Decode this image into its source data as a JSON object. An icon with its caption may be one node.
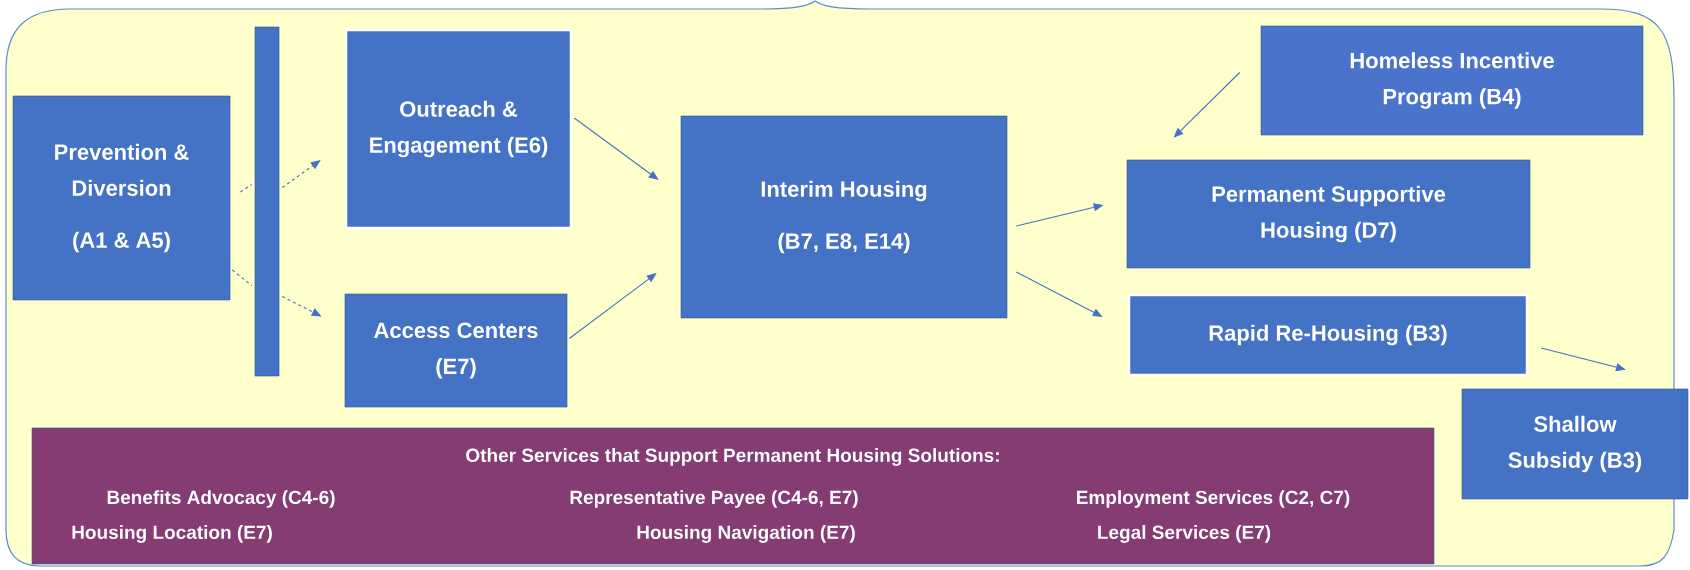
{
  "diagram": {
    "nodes": [
      {
        "text": [
          "Prevention & Diversion",
          "(A1 & A5)"
        ]
      },
      {
        "text": [],
        "shape": "bar"
      },
      {
        "text": [
          "Outreach & Engagement (E6)"
        ]
      },
      {
        "text": [
          "Access Centers (E7)"
        ]
      },
      {
        "text": [
          "Interim Housing",
          "(B7, E8, E14)"
        ]
      },
      {
        "text": [
          "Homeless Incentive Program (B4)"
        ]
      },
      {
        "text": [
          "Permanent Supportive Housing (D7)"
        ]
      },
      {
        "text": [
          "Rapid Re-Housing (B3)"
        ]
      },
      {
        "text": [
          "Shallow Subsidy (B3)"
        ]
      },
      {
        "text": [
          "Other Services that Support Permanent Housing Solutions:",
          "Benefits Advocacy (C4-6)",
          "Representative Payee (C4-6, E7)",
          "Employment Services (C2, C7)",
          "Housing Location (E7)",
          "Housing Navigation (E7)",
          "Legal Services (E7)"
        ]
      }
    ],
    "edges": [
      {
        "from": 0,
        "to": 1,
        "arrow": "none",
        "style": "dashed"
      },
      {
        "from": 1,
        "to": 2,
        "arrow": "to",
        "style": "dashed"
      },
      {
        "from": 0,
        "to": 1,
        "arrow": "none",
        "style": "dashed"
      },
      {
        "from": 1,
        "to": 3,
        "arrow": "to",
        "style": "dashed"
      },
      {
        "from": 2,
        "to": 4,
        "arrow": "to"
      },
      {
        "from": 3,
        "to": 4,
        "arrow": "to"
      },
      {
        "from": 4,
        "to": 6,
        "arrow": "to"
      },
      {
        "from": 4,
        "to": 7,
        "arrow": "to"
      },
      {
        "from": 5,
        "to": 6,
        "arrow": "to"
      },
      {
        "from": 7,
        "to": 8,
        "arrow": "to"
      }
    ]
  }
}
